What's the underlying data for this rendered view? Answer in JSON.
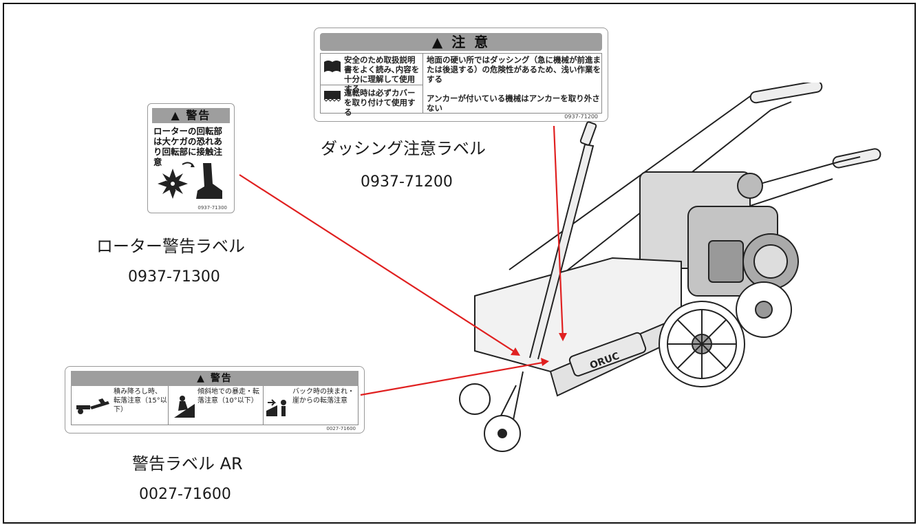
{
  "caution_label": {
    "header": "▲ 注 意",
    "cells": [
      "安全のため取扱説明書をよく読み､内容を十分に理解して使用する",
      "地面の硬い所ではダッシング（急に機械が前進または後退する）の危険性があるため、浅い作業をする",
      "運転時は必ずカバーを取り付けて使用する",
      "アンカーが付いている機械はアンカーを取り外さない"
    ],
    "part_no": "0937-71200",
    "caption_name": "ダッシング注意ラベル",
    "caption_no": "0937-71200"
  },
  "rotor_label": {
    "header": "▲ 警告",
    "text": "ローターの回転部は大ケガの恐れあり回転部に接触注意",
    "part_no": "0937-71300",
    "caption_name": "ローター警告ラベル",
    "caption_no": "0937-71300"
  },
  "ar_label": {
    "header": "▲ 警告",
    "cells": [
      "積み降ろし時、転落注意（15°以下）",
      "傾斜地での暴走・転落注意（10°以下）",
      "バック時の挟まれ・崖からの転落注意"
    ],
    "part_no": "0027-71600",
    "caption_name": "警告ラベル AR",
    "caption_no": "0027-71600"
  },
  "machine": {
    "brand": "ORUC"
  },
  "colors": {
    "leader_line": "#e02020",
    "label_header": "#9e9e9e",
    "frame": "#111111"
  }
}
